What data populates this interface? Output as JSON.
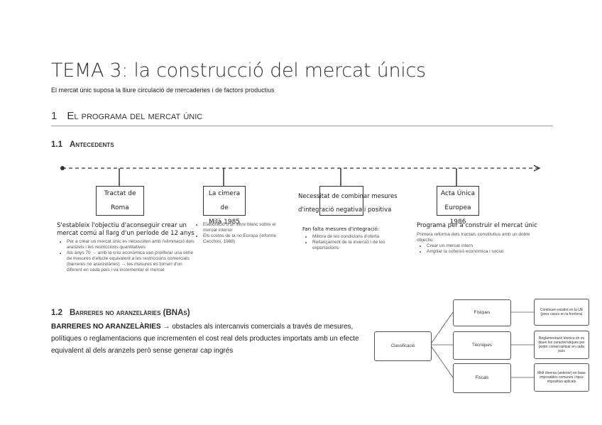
{
  "title": "TEMA 3: la construcció del mercat únics",
  "subtitle": "El mercat únic suposa la lliure circulació de mercaderies i de factors productius",
  "section1": {
    "num": "1",
    "label": "El programa del mercat únic"
  },
  "section11": {
    "num": "1.1",
    "label": "Antecedents"
  },
  "timeline": {
    "events": [
      {
        "box_line1": "Tractat de",
        "box_line2": "Roma",
        "note_title": "S'estableix l'objectiu d'aconseguir crear un mercat comú al llarg d'un període de 12 anys",
        "bullets": [
          "Per a crear un mercat únic es necessiten amb l'eliminació dels aranzels i les restriccions quantitatives",
          "Als anys 70 → amb la crisi econòmica van proliferar una sèrie de mesures d'efecte equivalent a les restriccions comercials (barreres no aranzelàries) → les mesures es tornen d'un diferent en cada país i va incrementar el mercat"
        ]
      },
      {
        "box_line1": "La cimera de",
        "box_line2": "Milà 1985",
        "note_title": "",
        "bullets": [
          "Elaboració d'un llibre blanc sobre el mercat interior",
          "Els costos de la no Europa (informe Cecchini, 1988)"
        ]
      },
      {
        "box_line1": "Necessitat de combinar mesures",
        "box_line2": "d'integració negativa i positiva",
        "note_title": "Fan falta mesures d'integració:",
        "bullets": [
          "Millora de les condicions d'oferta",
          "Rellançament de la inversió i de les exportacions"
        ]
      },
      {
        "box_line1": "Acta Única",
        "box_line2": "Europea 1986",
        "note_title": "Programa per a construir el mercat únic",
        "sub_note": "Primera reforma dels tractats constitutius amb un doble objectiu:",
        "bullets": [
          "Crear un mercat intern",
          "Ampliar la cohesió econòmica i social"
        ]
      }
    ]
  },
  "section12": {
    "num": "1.2",
    "label": "Barreres no aranzelàries (BNAs)"
  },
  "bna": {
    "term": "BARRERES NO ARANZELÀRIES",
    "arrow": "→",
    "definition": "obstacles als intercanvis comercials a través de mesures, polítiques o reglamentacions que incrementen el cost real dels productes importats amb un efecte equivalent al dels aranzels però sense generar cap ingrés"
  },
  "diagram": {
    "root": "Classificació",
    "branches": [
      {
        "label": "Físiques",
        "detail": "Continuen existint en la UE (pocs casos en la frontera)"
      },
      {
        "label": "Tècniques",
        "detail": "Reglamentació tècnica on es diuen les característiques per poder comercialitzar en cada país"
      },
      {
        "label": "Fiscals",
        "detail": "Molt diversa (anterior) en base imposables comunes i tipus impositius aplicats"
      }
    ]
  }
}
